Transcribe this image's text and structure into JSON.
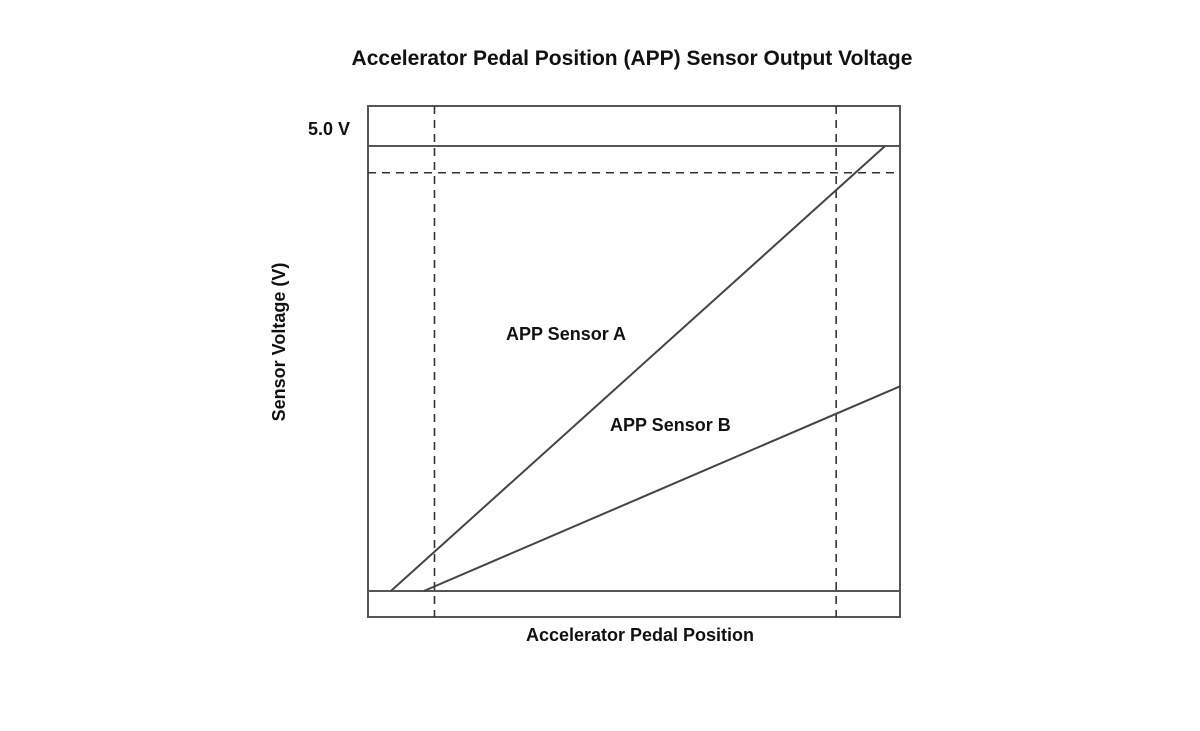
{
  "chart_data": {
    "type": "line",
    "title": "Accelerator Pedal Position (APP) Sensor Output Voltage",
    "xlabel": "Accelerator Pedal Position",
    "ylabel": "Sensor Voltage (V)",
    "y_tick_labels": [
      "5.0 V"
    ],
    "xlim": [
      0,
      100
    ],
    "ylim": [
      0,
      5.45
    ],
    "y_ticks": [
      0,
      5.0
    ],
    "reference_lines_dashed": {
      "x": [
        12.5,
        88
      ],
      "y": [
        4.7
      ]
    },
    "grid": false,
    "legend": "none",
    "series": [
      {
        "name": "APP Sensor A",
        "x": [
          4.3,
          97.2
        ],
        "y": [
          0.0,
          5.0
        ]
      },
      {
        "name": "APP Sensor B",
        "x": [
          10.5,
          100
        ],
        "y": [
          0.0,
          2.3
        ]
      }
    ],
    "colors": {
      "frame": "#555555",
      "series": "#444444",
      "reference": "#333333"
    }
  }
}
